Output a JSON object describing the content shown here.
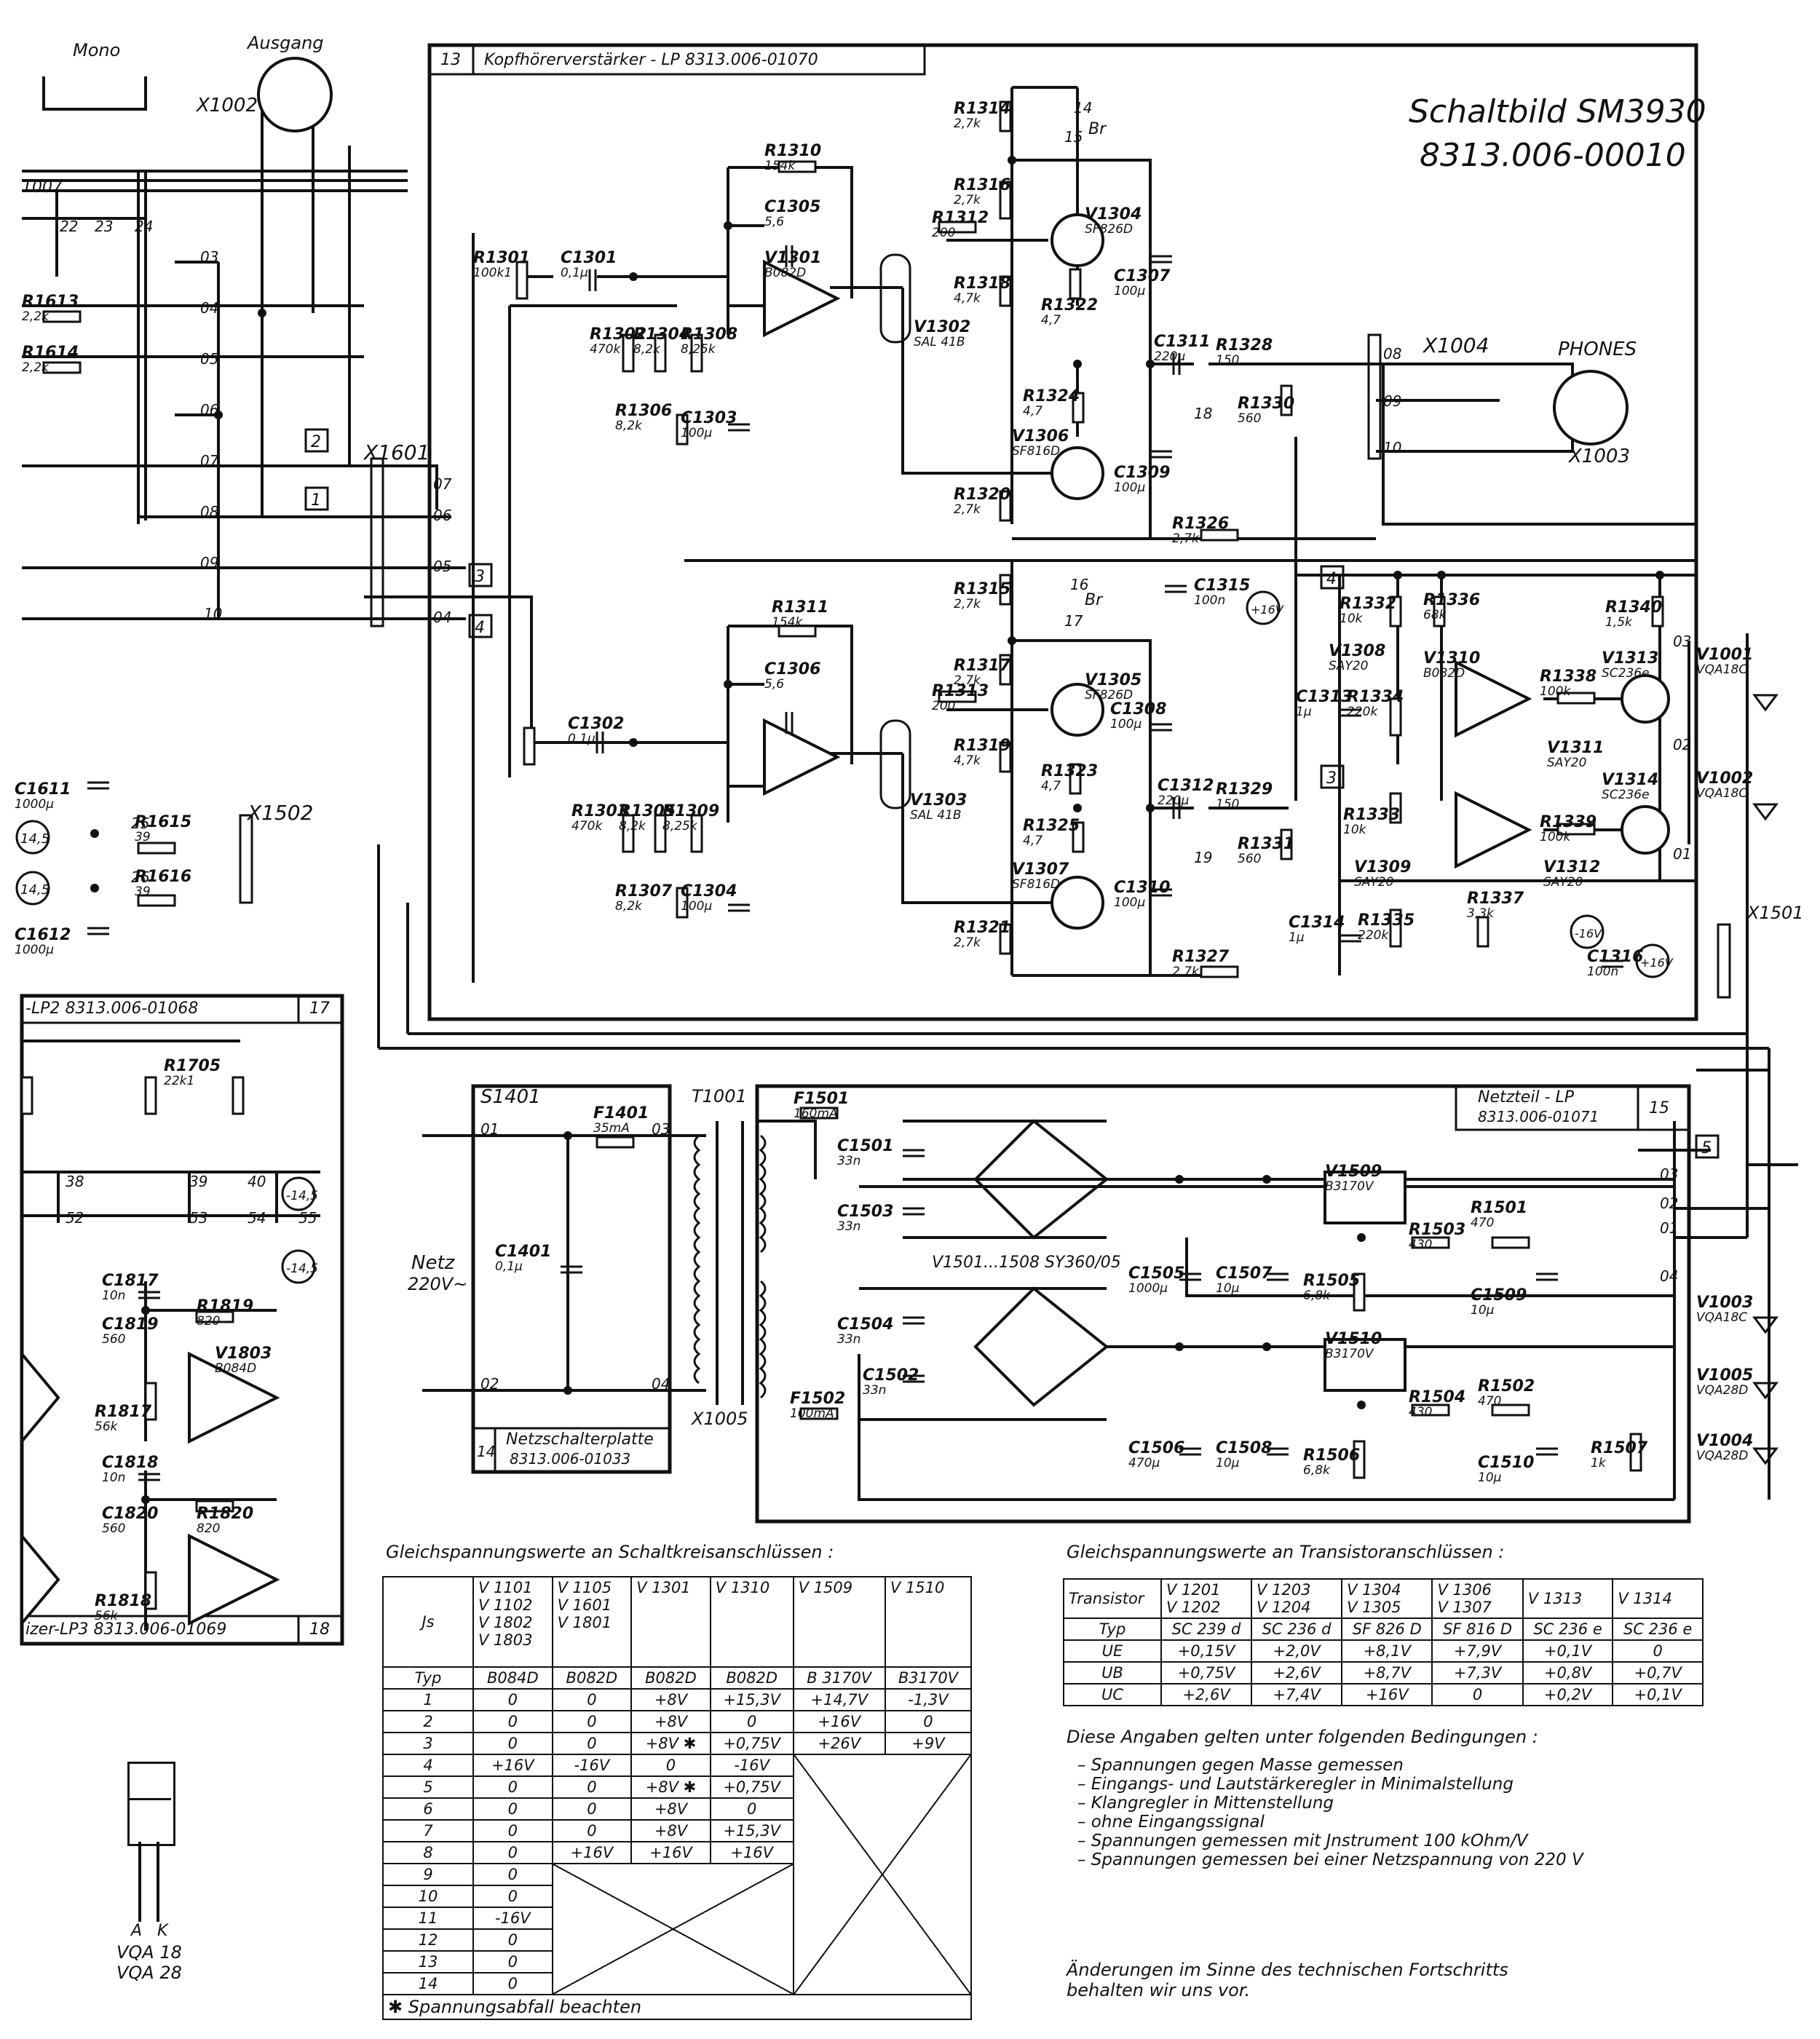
{
  "title": {
    "line1": "Schaltbild SM3930",
    "line2": "8313.006-00010"
  },
  "boards": {
    "headphone": {
      "number": "13",
      "name": "Kopfhörerverstärker - LP   8313.006-01070"
    },
    "power": {
      "number": "15",
      "name_line1": "Netzteil - LP",
      "name_line2": "8313.006-01071"
    },
    "switch": {
      "number": "14",
      "name_line1": "Netzschalterplatte",
      "name_line2": "8313.006-01033"
    },
    "lp2": {
      "name": "-LP2   8313.006-01068",
      "number": "17"
    },
    "lp3": {
      "name": "izer-LP3   8313.006-01069",
      "number": "18"
    }
  },
  "labels": {
    "mono": "Mono",
    "ausgang": "Ausgang",
    "phones": "PHONES",
    "netz": "Netz",
    "netz_v": "220V~",
    "x1002": "X1002",
    "x1601": "X1601",
    "x1004": "X1004",
    "x1003": "X1003",
    "x1502": "X1502",
    "x1501": "X1501",
    "x1005": "X1005",
    "t1001": "T1001",
    "s1401": "S1401",
    "br1": "Br",
    "br2": "Br",
    "bridge_note": "V1501...1508  SY360/05",
    "x1007": "1007"
  },
  "components": [
    {
      "ref": "R1310",
      "val": "154k"
    },
    {
      "ref": "C1305",
      "val": "5,6"
    },
    {
      "ref": "V1301",
      "val": "B082D"
    },
    {
      "ref": "R1301",
      "val": "100k1"
    },
    {
      "ref": "C1301",
      "val": "0,1µ"
    },
    {
      "ref": "R1302",
      "val": "470k"
    },
    {
      "ref": "R1304",
      "val": "8,2k"
    },
    {
      "ref": "R1308",
      "val": "8,25k"
    },
    {
      "ref": "R1306",
      "val": "8,2k"
    },
    {
      "ref": "C1303",
      "val": "100µ"
    },
    {
      "ref": "V1302",
      "val": "SAL 41B"
    },
    {
      "ref": "R1312",
      "val": "200"
    },
    {
      "ref": "R1314",
      "val": "2,7k"
    },
    {
      "ref": "R1316",
      "val": "2,7k"
    },
    {
      "ref": "R1318",
      "val": "4,7k"
    },
    {
      "ref": "R1322",
      "val": "4,7"
    },
    {
      "ref": "V1304",
      "val": "SF826D"
    },
    {
      "ref": "C1307",
      "val": "100µ"
    },
    {
      "ref": "C1311",
      "val": "220µ"
    },
    {
      "ref": "R1328",
      "val": "150"
    },
    {
      "ref": "R1330",
      "val": "560"
    },
    {
      "ref": "R1324",
      "val": "4,7"
    },
    {
      "ref": "V1306",
      "val": "SF816D"
    },
    {
      "ref": "C1309",
      "val": "100µ"
    },
    {
      "ref": "R1320",
      "val": "2,7k"
    },
    {
      "ref": "R1326",
      "val": "2,7k"
    },
    {
      "ref": "R1311",
      "val": "154k"
    },
    {
      "ref": "C1306",
      "val": "5,6"
    },
    {
      "ref": "R1313",
      "val": "200"
    },
    {
      "ref": "R1315",
      "val": "2,7k"
    },
    {
      "ref": "R1317",
      "val": "2,7k"
    },
    {
      "ref": "R1319",
      "val": "4,7k"
    },
    {
      "ref": "R1323",
      "val": "4,7"
    },
    {
      "ref": "V1305",
      "val": "SF826D"
    },
    {
      "ref": "C1308",
      "val": "100µ"
    },
    {
      "ref": "C1302",
      "val": "0,1µ"
    },
    {
      "ref": "R1303",
      "val": "470k"
    },
    {
      "ref": "R1305",
      "val": "8,2k"
    },
    {
      "ref": "R1309",
      "val": "8,25k"
    },
    {
      "ref": "R1307",
      "val": "8,2k"
    },
    {
      "ref": "C1304",
      "val": "100µ"
    },
    {
      "ref": "V1303",
      "val": "SAL 41B"
    },
    {
      "ref": "C1312",
      "val": "220µ"
    },
    {
      "ref": "R1329",
      "val": "150"
    },
    {
      "ref": "R1331",
      "val": "560"
    },
    {
      "ref": "R1325",
      "val": "4,7"
    },
    {
      "ref": "V1307",
      "val": "SF816D"
    },
    {
      "ref": "C1310",
      "val": "100µ"
    },
    {
      "ref": "R1321",
      "val": "2,7k"
    },
    {
      "ref": "R1327",
      "val": "2,7k"
    },
    {
      "ref": "C1315",
      "val": "100n"
    },
    {
      "ref": "R1332",
      "val": "10k"
    },
    {
      "ref": "V1308",
      "val": "SAY20"
    },
    {
      "ref": "R1336",
      "val": "68k"
    },
    {
      "ref": "R1340",
      "val": "1,5k"
    },
    {
      "ref": "C1313",
      "val": "1µ"
    },
    {
      "ref": "R1334",
      "val": "220k"
    },
    {
      "ref": "V1310",
      "val": "B082D"
    },
    {
      "ref": "R1338",
      "val": "100k"
    },
    {
      "ref": "V1313",
      "val": "SC236e"
    },
    {
      "ref": "V1001",
      "val": "VQA18C"
    },
    {
      "ref": "V1311",
      "val": "SAY20"
    },
    {
      "ref": "V1314",
      "val": "SC236e"
    },
    {
      "ref": "V1002",
      "val": "VQA18C"
    },
    {
      "ref": "R1333",
      "val": "10k"
    },
    {
      "ref": "R1339",
      "val": "100k"
    },
    {
      "ref": "V1309",
      "val": "SAY20"
    },
    {
      "ref": "V1312",
      "val": "SAY20"
    },
    {
      "ref": "C1314",
      "val": "1µ"
    },
    {
      "ref": "R1335",
      "val": "220k"
    },
    {
      "ref": "R1337",
      "val": "3,3k"
    },
    {
      "ref": "C1316",
      "val": "100n"
    },
    {
      "ref": "R1613",
      "val": "2,2k"
    },
    {
      "ref": "R1614",
      "val": "2,2k"
    },
    {
      "ref": "C1611",
      "val": "1000µ"
    },
    {
      "ref": "R1615",
      "val": "39"
    },
    {
      "ref": "R1616",
      "val": "39"
    },
    {
      "ref": "C1612",
      "val": "1000µ"
    },
    {
      "ref": "R1705",
      "val": "22k1"
    },
    {
      "ref": "C1817",
      "val": "10n"
    },
    {
      "ref": "C1819",
      "val": "560"
    },
    {
      "ref": "R1819",
      "val": "820"
    },
    {
      "ref": "V1803",
      "val": "B084D"
    },
    {
      "ref": "R1817",
      "val": "56k"
    },
    {
      "ref": "C1818",
      "val": "10n"
    },
    {
      "ref": "C1820",
      "val": "560"
    },
    {
      "ref": "R1820",
      "val": "820"
    },
    {
      "ref": "R1818",
      "val": "56k"
    },
    {
      "ref": "F1401",
      "val": "35mA"
    },
    {
      "ref": "C1401",
      "val": "0,1µ"
    },
    {
      "ref": "F1501",
      "val": "160mA"
    },
    {
      "ref": "F1502",
      "val": "100mA"
    },
    {
      "ref": "C1501",
      "val": "33n"
    },
    {
      "ref": "C1503",
      "val": "33n"
    },
    {
      "ref": "C1504",
      "val": "33n"
    },
    {
      "ref": "C1502",
      "val": "33n"
    },
    {
      "ref": "V1509",
      "val": "B3170V"
    },
    {
      "ref": "V1510",
      "val": "B3170V"
    },
    {
      "ref": "C1505",
      "val": "1000µ"
    },
    {
      "ref": "C1507",
      "val": "10µ"
    },
    {
      "ref": "R1505",
      "val": "6,8k"
    },
    {
      "ref": "R1503",
      "val": "430"
    },
    {
      "ref": "R1501",
      "val": "470"
    },
    {
      "ref": "C1509",
      "val": "10µ"
    },
    {
      "ref": "C1506",
      "val": "470µ"
    },
    {
      "ref": "C1508",
      "val": "10µ"
    },
    {
      "ref": "R1506",
      "val": "6,8k"
    },
    {
      "ref": "R1504",
      "val": "430"
    },
    {
      "ref": "R1502",
      "val": "470"
    },
    {
      "ref": "C1510",
      "val": "10µ"
    },
    {
      "ref": "R1507",
      "val": "1k"
    },
    {
      "ref": "V1003",
      "val": "VQA18C"
    },
    {
      "ref": "V1005",
      "val": "VQA28D"
    },
    {
      "ref": "V1004",
      "val": "VQA28D"
    }
  ],
  "table_ic": {
    "caption": "Gleichspannungswerte an Schaltkreisanschlüssen :",
    "corner": "Js",
    "columns": [
      "V 1101\nV 1102\nV 1802\nV 1803",
      "V 1105\nV 1601\nV 1801",
      "V 1301",
      "V 1310",
      "V 1509",
      "V 1510"
    ],
    "typ_label": "Typ",
    "types": [
      "B084D",
      "B082D",
      "B082D",
      "B082D",
      "B 3170V",
      "B3170V"
    ],
    "rows": [
      {
        "pin": "1",
        "v": [
          "0",
          "0",
          "+8V",
          "+15,3V",
          "+14,7V",
          "-1,3V"
        ]
      },
      {
        "pin": "2",
        "v": [
          "0",
          "0",
          "+8V",
          "0",
          "+16V",
          "0"
        ]
      },
      {
        "pin": "3",
        "v": [
          "0",
          "0",
          "+8V ✱",
          "+0,75V",
          "+26V",
          "+9V"
        ]
      },
      {
        "pin": "4",
        "v": [
          "+16V",
          "-16V",
          "0",
          "-16V"
        ]
      },
      {
        "pin": "5",
        "v": [
          "0",
          "0",
          "+8V ✱",
          "+0,75V"
        ]
      },
      {
        "pin": "6",
        "v": [
          "0",
          "0",
          "+8V",
          "0"
        ]
      },
      {
        "pin": "7",
        "v": [
          "0",
          "0",
          "+8V",
          "+15,3V"
        ]
      },
      {
        "pin": "8",
        "v": [
          "0",
          "+16V",
          "+16V",
          "+16V"
        ]
      },
      {
        "pin": "9",
        "v": [
          "0"
        ]
      },
      {
        "pin": "10",
        "v": [
          "0"
        ]
      },
      {
        "pin": "11",
        "v": [
          "-16V"
        ]
      },
      {
        "pin": "12",
        "v": [
          "0"
        ]
      },
      {
        "pin": "13",
        "v": [
          "0"
        ]
      },
      {
        "pin": "14",
        "v": [
          "0"
        ]
      }
    ],
    "footnote": "✱ Spannungsabfall beachten"
  },
  "table_tr": {
    "caption": "Gleichspannungswerte an Transistoranschlüssen :",
    "header": [
      "Transistor",
      "V 1201\nV 1202",
      "V 1203\nV 1204",
      "V 1304\nV 1305",
      "V 1306\nV 1307",
      "V 1313",
      "V 1314"
    ],
    "rows": [
      [
        "Typ",
        "SC 239 d",
        "SC 236 d",
        "SF 826 D",
        "SF 816 D",
        "SC 236 e",
        "SC 236 e"
      ],
      [
        "UE",
        "+0,15V",
        "+2,0V",
        "+8,1V",
        "+7,9V",
        "+0,1V",
        "0"
      ],
      [
        "UB",
        "+0,75V",
        "+2,6V",
        "+8,7V",
        "+7,3V",
        "+0,8V",
        "+0,7V"
      ],
      [
        "UC",
        "+2,6V",
        "+7,4V",
        "+16V",
        "0",
        "+0,2V",
        "+0,1V"
      ]
    ]
  },
  "conditions": {
    "heading": "Diese Angaben gelten unter folgenden Bedingungen :",
    "items": [
      "Spannungen gegen Masse gemessen",
      "Eingangs- und Lautstärkeregler in Minimalstellung",
      "Klangregler in Mittenstellung",
      "ohne Eingangssignal",
      "Spannungen gemessen mit Jnstrument 100 kOhm/V",
      "Spannungen gemessen bei einer Netzspannung von 220 V"
    ]
  },
  "notice": {
    "line1": "Änderungen im Sinne des technischen Fortschritts",
    "line2": "behalten wir uns vor."
  },
  "led_pkg": {
    "pins": "A   K",
    "line1": "VQA 18",
    "line2": "VQA 28"
  }
}
